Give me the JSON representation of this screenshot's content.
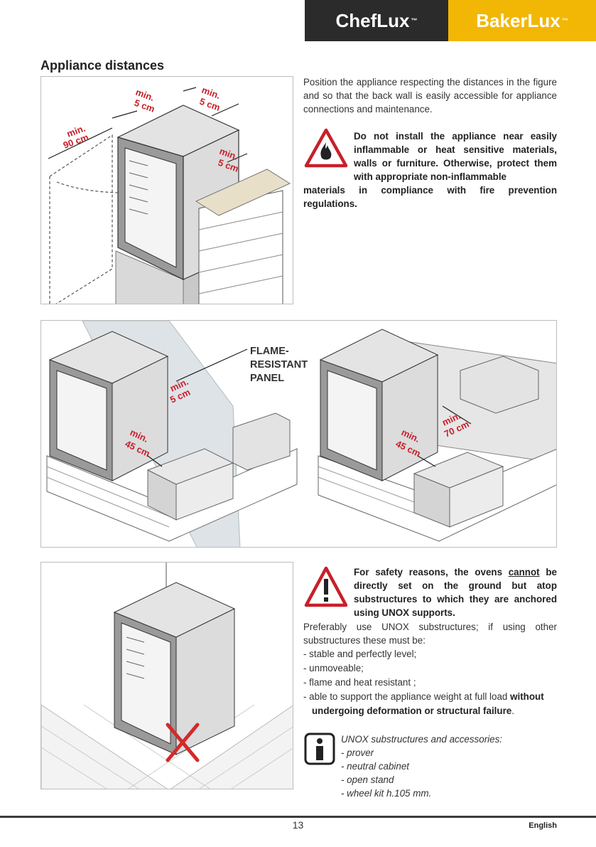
{
  "header": {
    "brand1": "ChefLux",
    "brand2": "BakerLux",
    "tm": "™",
    "colors": {
      "dark": "#2b2b2b",
      "yellow": "#f2b705",
      "accent_red": "#c8202a"
    }
  },
  "title": "Appliance distances",
  "fig1": {
    "labels": [
      "min.",
      "5 cm",
      "min.",
      "5 cm",
      "min.",
      "90 cm",
      "min.",
      "5 cm"
    ]
  },
  "fig2": {
    "panel_label": [
      "FLAME-",
      "RESISTANT",
      "PANEL"
    ],
    "labels": [
      "min.",
      "5 cm",
      "min.",
      "45 cm",
      "min.",
      "45 cm",
      "min.",
      "70 cm"
    ]
  },
  "intro": "Position the appliance respecting the distances in the figure and so that the back wall is easily accessible for appliance connections and maintenance.",
  "warning1": {
    "first": "Do not install the appliance near easily inflammable or heat sensitive materials, walls or furniture. Otherwise, protect them with appropriate non-inflammable",
    "rest": "materials in compliance with fire prevention regulations."
  },
  "warning2": {
    "part1": "For safety reasons, the ovens ",
    "underlined": "cannot",
    "part2": " be directly set on the ground but atop substructures to which they are anchored using UNOX supports."
  },
  "substructures_intro": "Preferably use UNOX substructures; if using other substructures these must be:",
  "requirements": [
    "- stable and perfectly level;",
    "- unmoveable;",
    "- flame and heat resistant ;"
  ],
  "requirement_last": {
    "normal": "- able to support the appliance weight at full load ",
    "bold": "without undergoing deformation or structural failure",
    "end": "."
  },
  "info": {
    "title": "UNOX substructures and accessories:",
    "items": [
      "- prover",
      "- neutral cabinet",
      "- open stand",
      "- wheel kit h.105 mm."
    ]
  },
  "footer": {
    "page": "13",
    "language": "English"
  }
}
